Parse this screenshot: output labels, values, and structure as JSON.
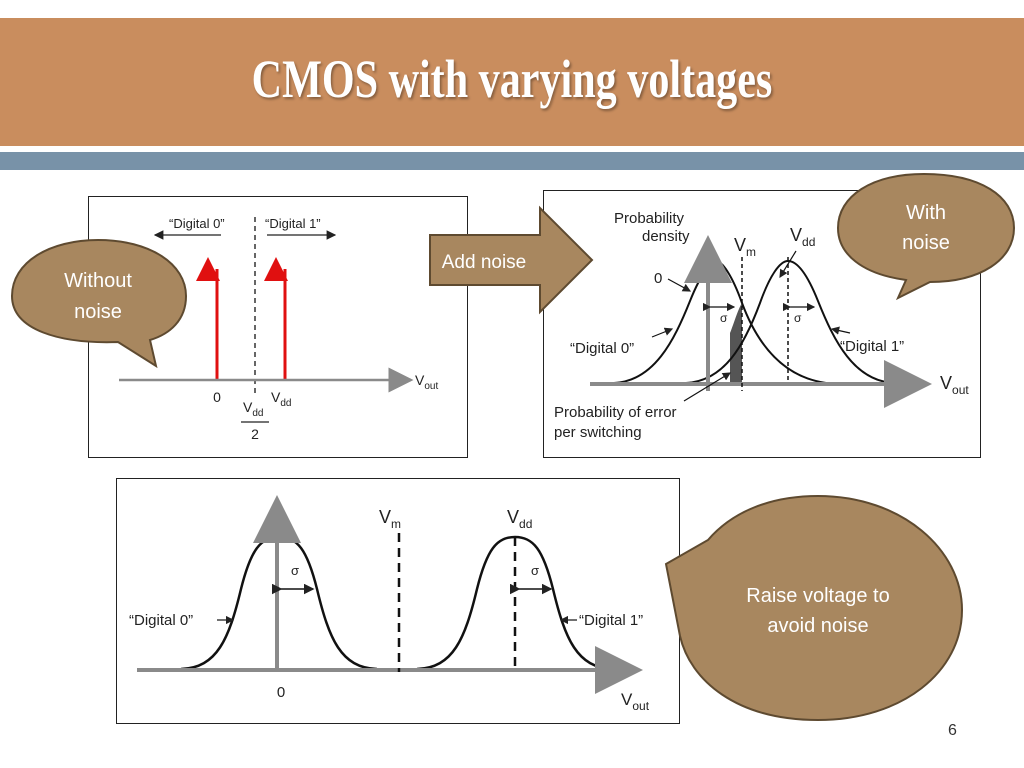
{
  "slide": {
    "title": "CMOS with varying voltages",
    "page_number": "6"
  },
  "callouts": {
    "without_noise": [
      "Without",
      "noise"
    ],
    "with_noise": [
      "With",
      "noise"
    ],
    "add_noise": "Add noise",
    "raise_voltage": [
      "Raise voltage to",
      "avoid noise"
    ]
  },
  "panel_a": {
    "digital0": "“Digital 0”",
    "digital1": "“Digital 1”",
    "zero": "0",
    "vdd_base": "V",
    "vdd_sub": "dd",
    "half_num_base": "V",
    "half_num_sub": "dd",
    "half_den": "2",
    "vout_base": "V",
    "vout_sub": "out"
  },
  "panel_b": {
    "prob_density_1": "Probability",
    "prob_density_2": "density",
    "vm_base": "V",
    "vm_sub": "m",
    "vdd_base": "V",
    "vdd_sub": "dd",
    "zero": "0",
    "sigma": "σ",
    "digital0": "“Digital 0”",
    "digital1": "“Digital 1”",
    "error_1": "Probability of error",
    "error_2": "per switching",
    "vout_base": "V",
    "vout_sub": "out"
  },
  "panel_c": {
    "vm_base": "V",
    "vm_sub": "m",
    "vdd_base": "V",
    "vdd_sub": "dd",
    "sigma": "σ",
    "digital0": "“Digital 0”",
    "digital1": "“Digital 1”",
    "zero": "0",
    "vout_base": "V",
    "vout_sub": "out"
  },
  "colors": {
    "title_bar": "#c98d5e",
    "stripe": "#7892a8",
    "bubble": "#a8875f",
    "bubble_border": "#5e4a30",
    "pulse": "#e01010",
    "axis": "#8a8a8a"
  }
}
